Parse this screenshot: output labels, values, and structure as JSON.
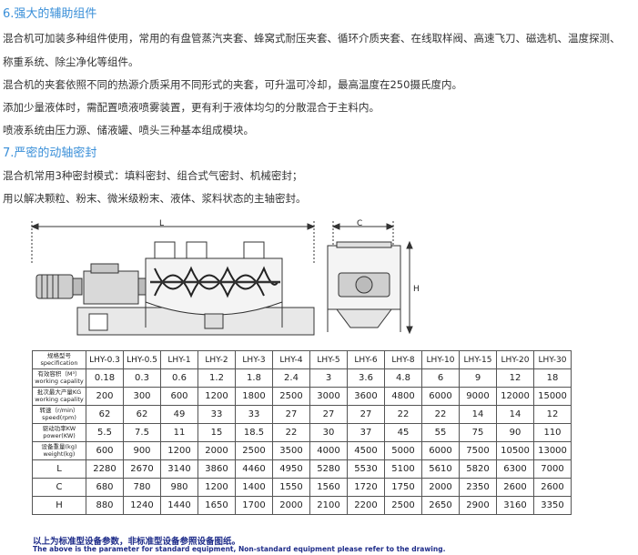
{
  "sections": {
    "s6_title": "6.强大的辅助组件",
    "s6_p1": "混合机可加装多种组件使用，常用的有盘管蒸汽夹套、蜂窝式耐压夹套、循环介质夹套、在线取样阀、高速飞刀、磁选机、温度探测、",
    "s6_p1b": "称重系统、除尘净化等组件。",
    "s6_p2": "混合机的夹套依照不同的热源介质采用不同形式的夹套，可升温可冷却，最高温度在250摄氏度内。",
    "s6_p3": "添加少量液体时，需配置喷液喷雾装置，更有利于液体均匀的分散混合于主料内。",
    "s6_p4": "喷液系统由压力源、储液罐、喷头三种基本组成模块。",
    "s7_title": "7.严密的动轴密封",
    "s7_p1": "混合机常用3种密封模式：填料密封、组合式气密封、机械密封；",
    "s7_p2": "用以解决颗粒、粉末、微米级粉末、液体、浆料状态的主轴密封。"
  },
  "drawing": {
    "label_L": "L",
    "label_C": "C",
    "label_H": "H"
  },
  "table": {
    "header_label": "规格型号 specification",
    "models": [
      "LHY-0.3",
      "LHY-0.5",
      "LHY-1",
      "LHY-2",
      "LHY-3",
      "LHY-4",
      "LHY-5",
      "LHY-6",
      "LHY-8",
      "LHY-10",
      "LHY-15",
      "LHY-20",
      "LHY-30"
    ],
    "rows": [
      {
        "label": "有效容积（M³）working capality",
        "values": [
          "0.18",
          "0.3",
          "0.6",
          "1.2",
          "1.8",
          "2.4",
          "3",
          "3.6",
          "4.8",
          "6",
          "9",
          "12",
          "18"
        ]
      },
      {
        "label": "批次最大产量KG working capality",
        "values": [
          "200",
          "300",
          "600",
          "1200",
          "1800",
          "2500",
          "3000",
          "3600",
          "4800",
          "6000",
          "9000",
          "12000",
          "15000"
        ]
      },
      {
        "label": "转速（r/min）speed(rpm)",
        "values": [
          "62",
          "62",
          "49",
          "33",
          "33",
          "27",
          "27",
          "27",
          "22",
          "22",
          "14",
          "14",
          "12"
        ]
      },
      {
        "label": "驱动功率KW power(KW)",
        "values": [
          "5.5",
          "7.5",
          "11",
          "15",
          "18.5",
          "22",
          "30",
          "37",
          "45",
          "55",
          "75",
          "90",
          "110"
        ]
      },
      {
        "label": "设备重量(kg) weight(kg)",
        "values": [
          "600",
          "900",
          "1200",
          "2000",
          "2500",
          "3500",
          "4000",
          "4500",
          "5000",
          "6000",
          "7500",
          "10500",
          "13000"
        ]
      },
      {
        "label": "L",
        "values": [
          "2280",
          "2670",
          "3140",
          "3860",
          "4460",
          "4950",
          "5280",
          "5530",
          "5100",
          "5610",
          "5820",
          "6300",
          "7000"
        ]
      },
      {
        "label": "C",
        "values": [
          "680",
          "780",
          "980",
          "1200",
          "1400",
          "1550",
          "1560",
          "1720",
          "1750",
          "2000",
          "2350",
          "2600",
          "2600"
        ]
      },
      {
        "label": "H",
        "values": [
          "880",
          "1240",
          "1440",
          "1650",
          "1700",
          "2000",
          "2100",
          "2200",
          "2500",
          "2650",
          "2900",
          "3160",
          "3350"
        ]
      }
    ]
  },
  "notes": {
    "cn": "以上为标准型设备参数，非标准型设备参照设备图纸。",
    "en": "The above is the parameter for standard equipment, Non-standard equipment please refer to the drawing."
  }
}
